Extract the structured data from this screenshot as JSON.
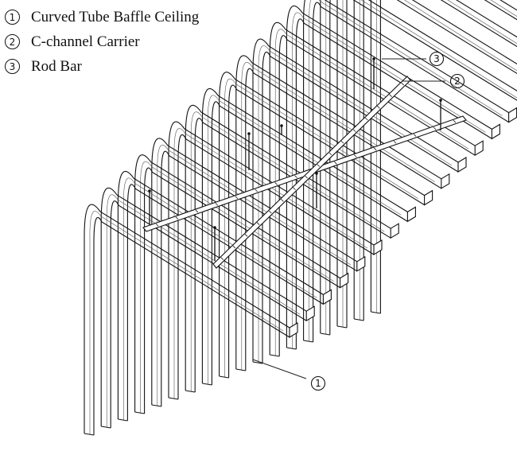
{
  "legend": [
    {
      "number": "1",
      "label": "Curved Tube Baffle Ceiling"
    },
    {
      "number": "2",
      "label": "C-channel Carrier"
    },
    {
      "number": "3",
      "label": "Rod Bar"
    }
  ],
  "callouts": {
    "rod": "3",
    "carrier": "2",
    "baffle": "1"
  }
}
